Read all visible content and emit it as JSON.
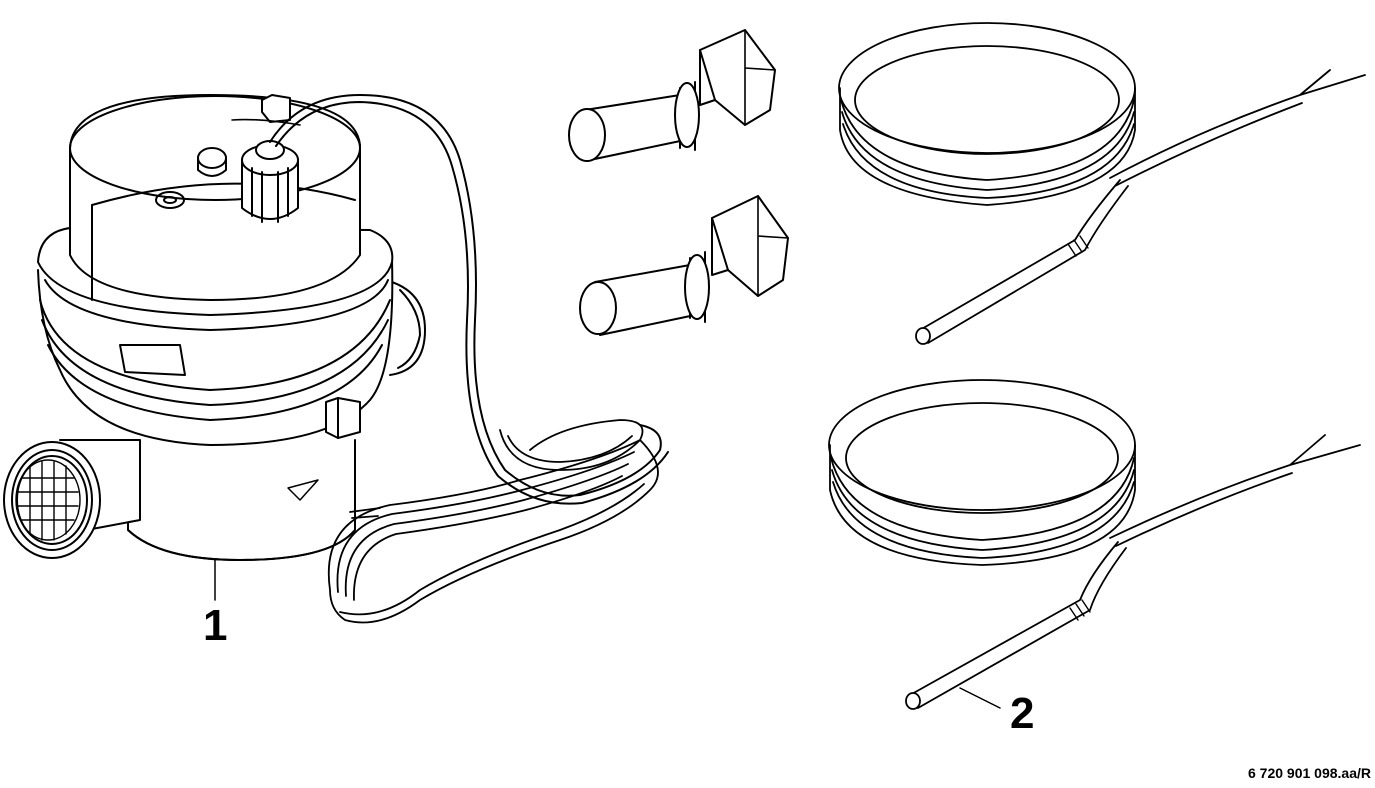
{
  "figure": {
    "callouts": [
      {
        "id": "1",
        "label": "1"
      },
      {
        "id": "2",
        "label": "2"
      }
    ],
    "document_code": "6 720 901 098.aa/R"
  }
}
